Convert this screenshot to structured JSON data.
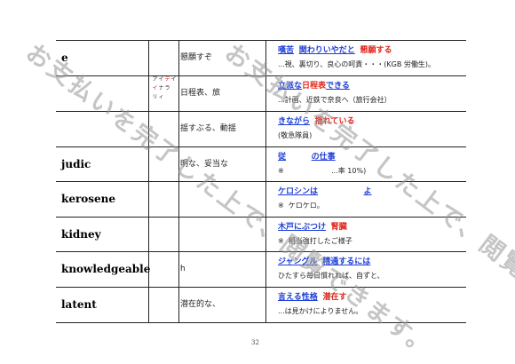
{
  "rows": [
    {
      "word": "e",
      "kana": [],
      "meaning": "懇願すぞ",
      "mnemonic": [
        [
          {
            "t": "嘆苦",
            "c": "blue"
          },
          {
            "t": "  "
          },
          {
            "t": "関わりいやだと",
            "c": "blue"
          },
          {
            "t": "  "
          },
          {
            "t": "懇願する",
            "c": "red"
          }
        ],
        [
          {
            "t": "...視、裏切り、良心の呵責・・・(KGB 労働生)。",
            "c": "note"
          }
        ]
      ]
    },
    {
      "word": "",
      "kana": [
        [
          "ア",
          "イ",
          "テ",
          "イ"
        ],
        [
          "イ",
          "ナ",
          "ラ"
        ],
        [
          "リ",
          "ィ"
        ]
      ],
      "meaning": "日程表、旅",
      "mnemonic": [
        [
          {
            "t": "立派な",
            "c": "blue"
          },
          {
            "t": "日程表",
            "c": "red"
          },
          {
            "t": "できる",
            "c": "blue"
          }
        ],
        [
          {
            "t": "...計画、近鉄で奈良へ（旅行会社）",
            "c": "note"
          }
        ]
      ]
    },
    {
      "word": "",
      "kana": [],
      "meaning": "揺すぶる、動揺",
      "mnemonic": [
        [
          {
            "t": "きながら",
            "c": "blue"
          },
          {
            "t": "  "
          },
          {
            "t": "揺れている",
            "c": "red"
          }
        ],
        [
          {
            "t": "(敬急隊員)",
            "c": "note"
          }
        ]
      ]
    },
    {
      "word": "judic",
      "kana": [],
      "meaning": "明な、妥当な",
      "mnemonic": [
        [
          {
            "t": "従",
            "c": "blue"
          },
          {
            "t": "          "
          },
          {
            "t": "の仕事",
            "c": "blue"
          }
        ],
        [
          {
            "t": "※  ",
            "c": "note"
          },
          {
            "t": "                   ...率 10%)",
            "c": "note"
          }
        ]
      ]
    },
    {
      "word": "kerosene",
      "kana": [],
      "meaning": "",
      "mnemonic": [
        [
          {
            "t": "ケロシンは",
            "c": "blue"
          },
          {
            "t": "                  "
          },
          {
            "t": "よ",
            "c": "blue"
          }
        ],
        [
          {
            "t": "※  ケロケロ。",
            "c": "note"
          }
        ]
      ]
    },
    {
      "word": "kidney",
      "kana": [],
      "meaning": "",
      "mnemonic": [
        [
          {
            "t": "木戸にぶつけ",
            "c": "blue"
          },
          {
            "t": "  "
          },
          {
            "t": "腎臓",
            "c": "red"
          }
        ],
        [
          {
            "t": "※  相当強打したご様子",
            "c": "note"
          }
        ]
      ]
    },
    {
      "word": "knowledgeable",
      "kana": [],
      "meaning": "h",
      "mnemonic": [
        [
          {
            "t": "ジャングル",
            "c": "blue"
          },
          {
            "t": "  "
          },
          {
            "t": "精通するには",
            "c": "blue"
          }
        ],
        [
          {
            "t": "ひたすら毎日慣れれば、自ずと、",
            "c": "note"
          }
        ]
      ]
    },
    {
      "word": "latent",
      "kana": [],
      "meaning": "潜在的な、",
      "mnemonic": [
        [
          {
            "t": "言える性格",
            "c": "blue"
          },
          {
            "t": "  "
          },
          {
            "t": "潜在す",
            "c": "red"
          }
        ],
        [
          {
            "t": "...は見かけによりません。",
            "c": "note"
          }
        ]
      ]
    }
  ],
  "page_number": "32",
  "watermark": "お支払いを完了した上で、閲覧できます。"
}
